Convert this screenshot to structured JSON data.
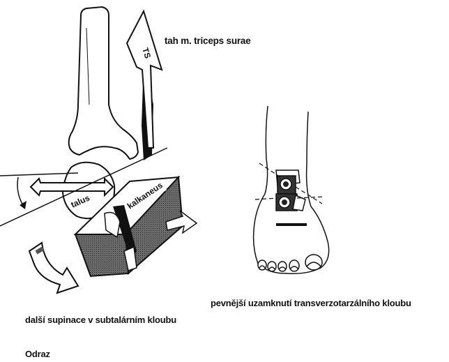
{
  "labels": {
    "ts": "TS",
    "triceps": "tah m. triceps surae",
    "talus": "talus",
    "calcaneus": "kalkaneus",
    "supination": "další supinace v subtalárním kloubu",
    "locking": "pevnější uzamknutí transverzotarzálního kloubu",
    "odraz": "Odraz"
  },
  "colors": {
    "ink": "#111111",
    "shade": "#555555",
    "paper": "#ffffff"
  }
}
